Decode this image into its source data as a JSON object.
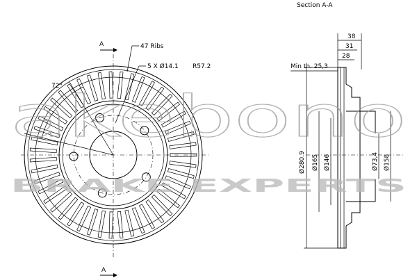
{
  "section_title": "Section A-A",
  "section_marker": "A",
  "front_view": {
    "ribs_label": "47 Ribs",
    "bolt_label": "5 X Ø14.1",
    "radius_label": "R57.2",
    "angle_label": "72°",
    "rib_count": 47,
    "bolt_hole_count": 5
  },
  "section_view": {
    "min_thickness_label": "Min th. 25,3",
    "dim_top_1": "38",
    "dim_top_2": "31",
    "dim_top_3": "28",
    "dim_outer": "Ø280.9",
    "dim_165": "Ø165",
    "dim_146": "Ø146",
    "dim_734": "Ø73,4",
    "dim_158": "Ø158"
  },
  "watermark": {
    "brand": "akebono",
    "tagline": "BRAKE EXPERTS"
  }
}
